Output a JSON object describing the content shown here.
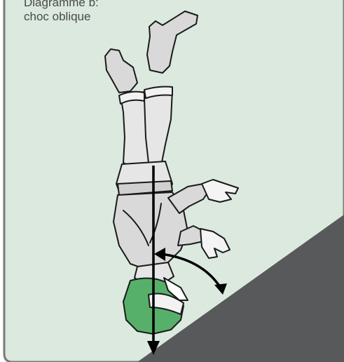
{
  "caption": {
    "line1": "Diagramme b:",
    "line2": "choc oblique"
  },
  "colors": {
    "background": "#dbe9df",
    "frame": "#7a7a7a",
    "ground": "#58595b",
    "helmet": "#57b06a",
    "suit": "#e6e6e6",
    "outline": "#1a1a1a",
    "arrow": "#000000"
  },
  "icons": {
    "rider": "upside-down-rider-figure",
    "helmet": "helmet-icon",
    "ground": "inclined-ground-slope",
    "vertical_arrow": "impact-direction-arrow",
    "angle_arc": "impact-angle-arc-arrow"
  }
}
